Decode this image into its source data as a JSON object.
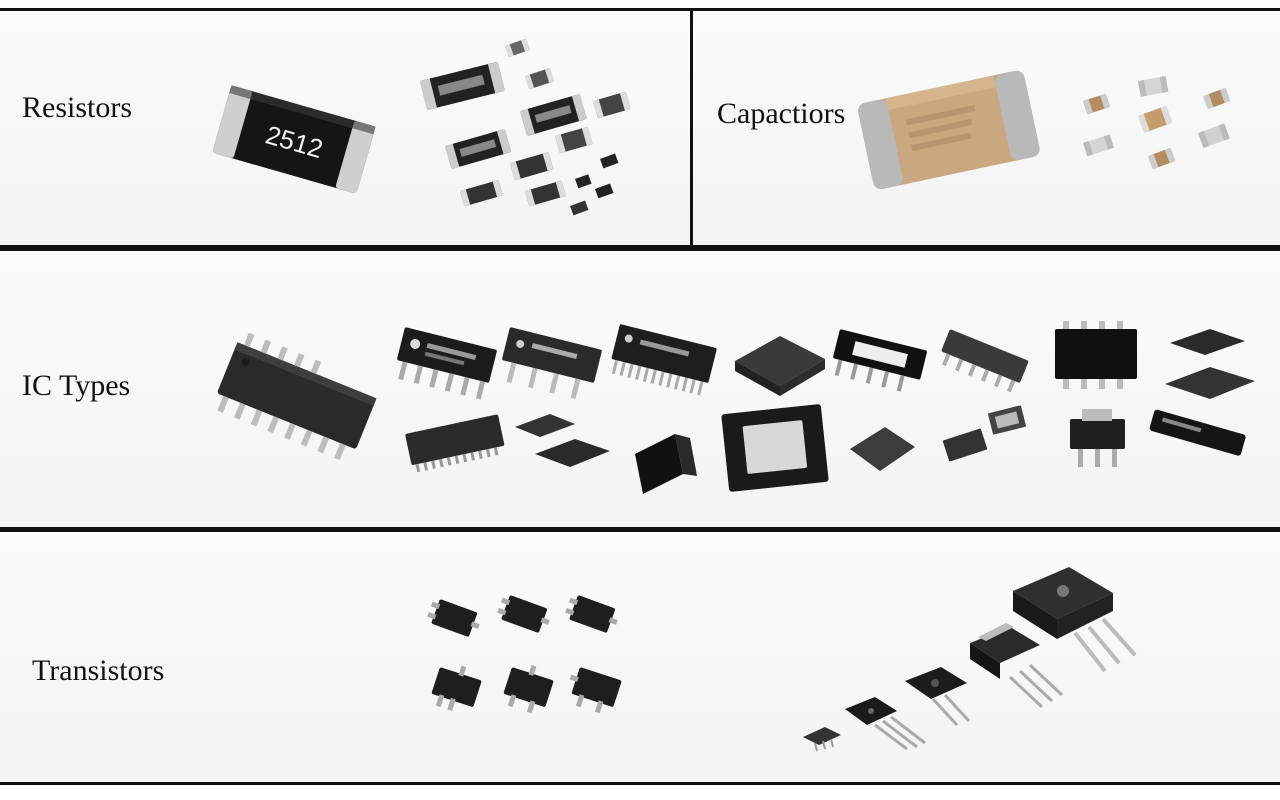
{
  "panels": {
    "resistors": {
      "label": "Resistors",
      "chip_marking": "2512"
    },
    "capacitors": {
      "label": "Capactiors"
    },
    "ic_types": {
      "label": "IC Types"
    },
    "transistors": {
      "label": "Transistors"
    }
  },
  "colors": {
    "border": "#111111",
    "chip_body": "#1f1f1f",
    "chip_terminal": "#c9c9c9",
    "capacitor_body": "#c8a57e",
    "panel_bg": "#f6f6f6"
  }
}
